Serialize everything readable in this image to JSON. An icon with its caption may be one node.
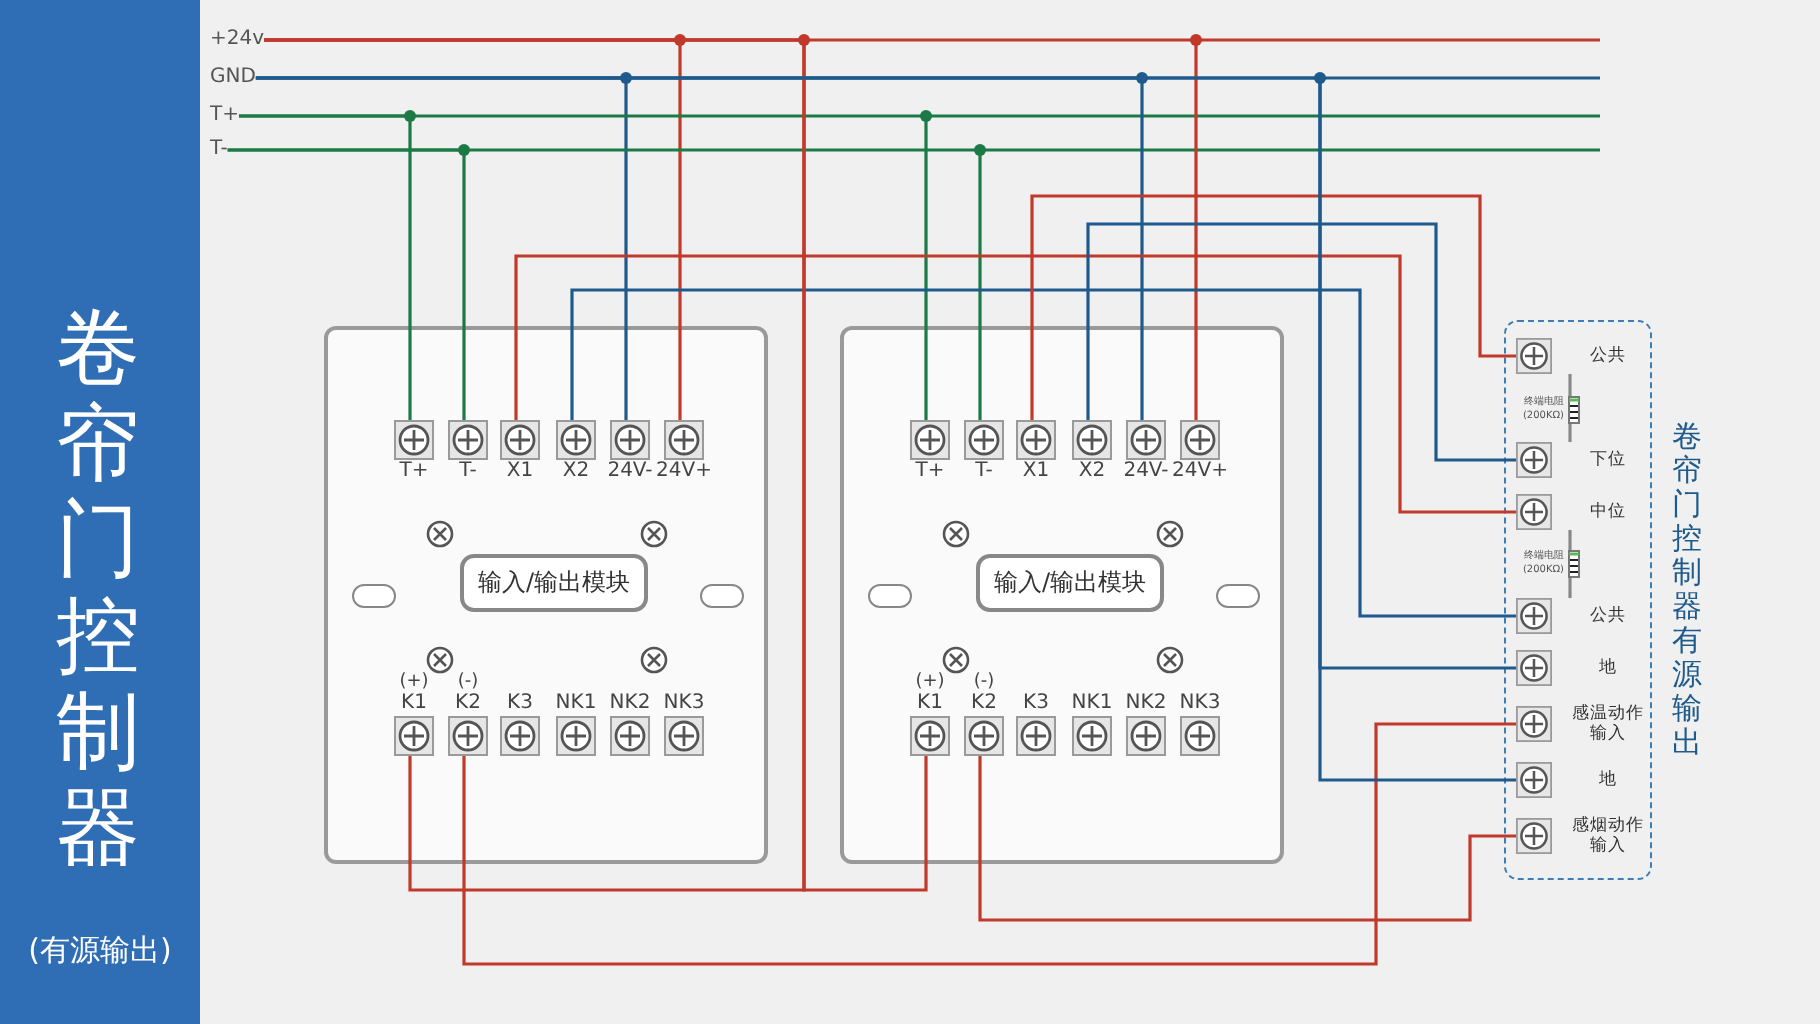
{
  "diagram": {
    "title": "卷帘门控制器",
    "nodes": [
      {
        "text": [
          "+24v"
        ]
      },
      {
        "text": [
          "GND"
        ]
      },
      {
        "text": [
          "T+"
        ]
      },
      {
        "text": [
          "T-"
        ]
      },
      {
        "text": [
          "输入/输出模块"
        ]
      },
      {
        "text": [
          "T+"
        ],
        "in": 4
      },
      {
        "text": [
          "T-"
        ],
        "in": 4
      },
      {
        "text": [
          "X1"
        ],
        "in": 4
      },
      {
        "text": [
          "X2"
        ],
        "in": 4
      },
      {
        "text": [
          "24V-"
        ],
        "in": 4
      },
      {
        "text": [
          "24V+"
        ],
        "in": 4
      },
      {
        "text": [
          "K1"
        ],
        "beside": [
          "(+)"
        ],
        "in": 4
      },
      {
        "text": [
          "K2"
        ],
        "beside": [
          "(-)"
        ],
        "in": 4
      },
      {
        "text": [
          "K3"
        ],
        "in": 4
      },
      {
        "text": [
          "NK1"
        ],
        "in": 4
      },
      {
        "text": [
          "NK2"
        ],
        "in": 4
      },
      {
        "text": [
          "NK3"
        ],
        "in": 4
      },
      {
        "text": [
          "输入/输出模块"
        ]
      },
      {
        "text": [
          "T+"
        ],
        "in": 17
      },
      {
        "text": [
          "T-"
        ],
        "in": 17
      },
      {
        "text": [
          "X1"
        ],
        "in": 17
      },
      {
        "text": [
          "X2"
        ],
        "in": 17
      },
      {
        "text": [
          "24V-"
        ],
        "in": 17
      },
      {
        "text": [
          "24V+"
        ],
        "in": 17
      },
      {
        "text": [
          "K1"
        ],
        "beside": [
          "(+)"
        ],
        "in": 17
      },
      {
        "text": [
          "K2"
        ],
        "beside": [
          "(-)"
        ],
        "in": 17
      },
      {
        "text": [
          "K3"
        ],
        "in": 17
      },
      {
        "text": [
          "NK1"
        ],
        "in": 17
      },
      {
        "text": [
          "NK2"
        ],
        "in": 17
      },
      {
        "text": [
          "NK3"
        ],
        "in": 17
      },
      {
        "text": [
          "卷帘门控制器有源输出"
        ]
      },
      {
        "text": [
          "公共"
        ],
        "in": 30
      },
      {
        "text": [
          "下位"
        ],
        "in": 30
      },
      {
        "text": [
          "中位"
        ],
        "in": 30
      },
      {
        "text": [
          "公共"
        ],
        "in": 30
      },
      {
        "text": [
          "地"
        ],
        "in": 30
      },
      {
        "text": [
          "感温动作输入"
        ],
        "in": 30
      },
      {
        "text": [
          "地"
        ],
        "in": 30
      },
      {
        "text": [
          "感烟动作输入"
        ],
        "in": 30
      },
      {
        "text": [
          "终端电阻(200KΩ)"
        ],
        "in": 30
      },
      {
        "text": [
          "终端电阻(200KΩ)"
        ],
        "in": 30
      }
    ],
    "edges": [
      {
        "from": 2,
        "to": 5,
        "arrow": "none",
        "color": "#1b7a45"
      },
      {
        "from": 3,
        "to": 6,
        "arrow": "none",
        "color": "#1b7a45"
      },
      {
        "from": 1,
        "to": 9,
        "arrow": "none",
        "color": "#1f5a8c"
      },
      {
        "from": 0,
        "to": 10,
        "arrow": "none"
      },
      {
        "from": 2,
        "to": 18,
        "arrow": "none",
        "color": "#1b7a45"
      },
      {
        "from": 3,
        "to": 19,
        "arrow": "none",
        "color": "#1b7a45"
      },
      {
        "from": 1,
        "to": 22,
        "arrow": "none",
        "color": "#1f5a8c"
      },
      {
        "from": 0,
        "to": 23,
        "arrow": "none"
      },
      {
        "from": 7,
        "to": 33,
        "arrow": "none"
      },
      {
        "from": 8,
        "to": 34,
        "arrow": "none",
        "color": "#1f5a8c"
      },
      {
        "from": 20,
        "to": 31,
        "arrow": "none"
      },
      {
        "from": 21,
        "to": 32,
        "arrow": "none",
        "color": "#1f5a8c"
      },
      {
        "from": 0,
        "to": 11,
        "arrow": "none"
      },
      {
        "from": 0,
        "to": 24,
        "arrow": "none"
      },
      {
        "from": 12,
        "to": 36,
        "arrow": "none"
      },
      {
        "from": 25,
        "to": 38,
        "arrow": "none"
      },
      {
        "from": 1,
        "to": 35,
        "arrow": "none",
        "color": "#1f5a8c"
      },
      {
        "from": 1,
        "to": 37,
        "arrow": "none",
        "color": "#1f5a8c"
      },
      {
        "from": 31,
        "to": 39,
        "arrow": "none",
        "color": "#888888"
      },
      {
        "from": 39,
        "to": 32,
        "arrow": "none",
        "color": "#888888"
      },
      {
        "from": 33,
        "to": 40,
        "arrow": "none",
        "color": "#888888"
      },
      {
        "from": 40,
        "to": 34,
        "arrow": "none",
        "color": "#888888"
      }
    ],
    "labels": [
      "(有源输出)"
    ]
  }
}
